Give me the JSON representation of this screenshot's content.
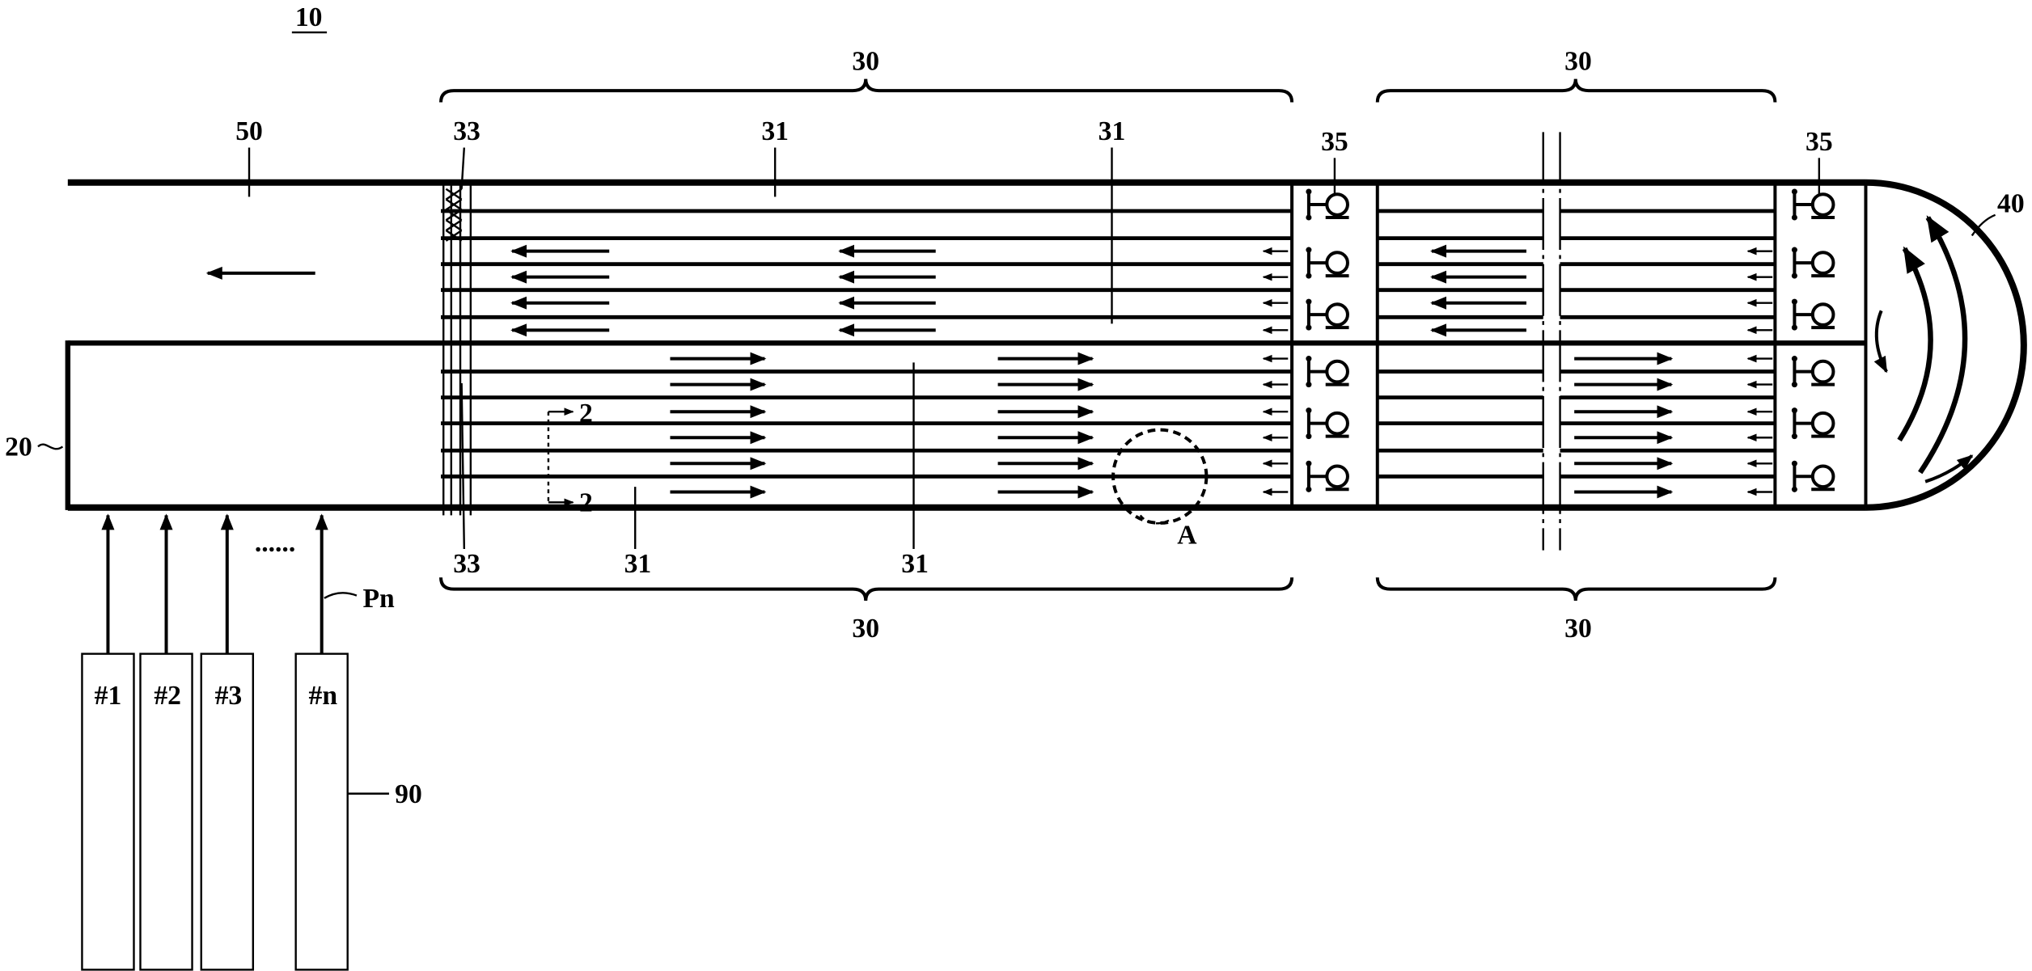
{
  "figure": {
    "number": "10"
  },
  "labels": {
    "section_top_left": "30",
    "section_top_right": "30",
    "section_bottom_left": "30",
    "section_bottom_right": "30",
    "outlet_passage": "50",
    "header_top": "33",
    "header_bottom": "33",
    "tube_top_1": "31",
    "tube_top_2": "31",
    "tube_bottom_1": "31",
    "tube_bottom_2": "31",
    "pump_left": "35",
    "pump_right": "35",
    "return_cap": "40",
    "inlet_box": "20",
    "section_mark_top": "2",
    "section_mark_bottom": "2",
    "detail": "A",
    "pipe_n": "Pn",
    "ellipsis": "......",
    "source_group": "90"
  },
  "sources": [
    "#1",
    "#2",
    "#3",
    "#n"
  ],
  "colors": {
    "line": "#000000",
    "background": "#ffffff"
  }
}
